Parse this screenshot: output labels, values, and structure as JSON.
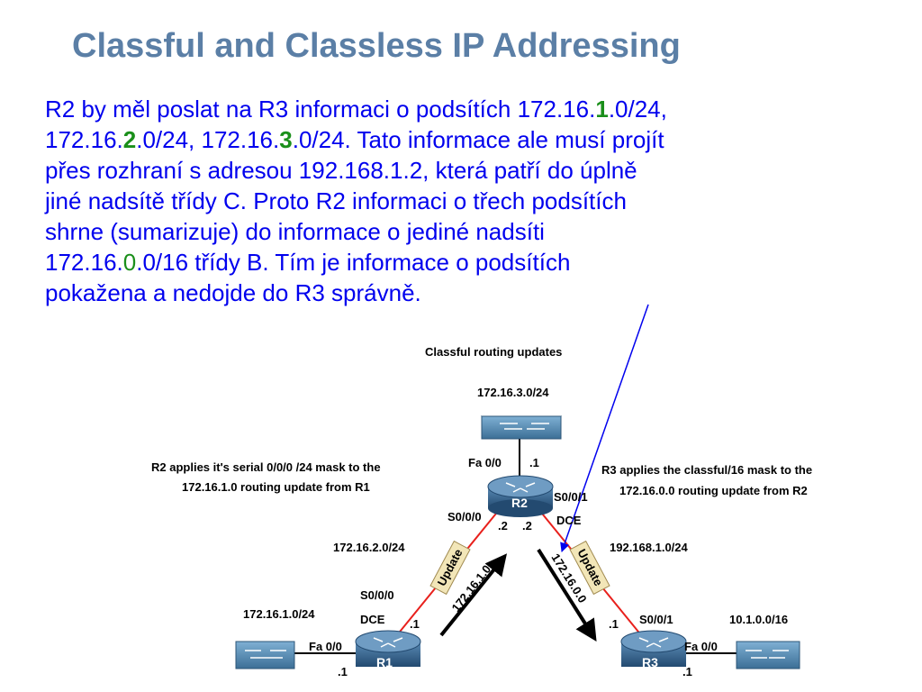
{
  "title": "Classful and Classless IP Addressing",
  "text": {
    "l1a": "R2 by měl poslat na R3 informaci o podsítích 172.16.",
    "l1b": "1",
    "l1c": ".0/24,",
    "l2a": "172.16.",
    "l2b": "2",
    "l2c": ".0/24, 172.16.",
    "l2d": "3",
    "l2e": ".0/24. Tato informace ale musí projít",
    "l3": "přes rozhraní s adresou 192.168.1.2, která patří do úplně",
    "l4": "jiné nadsítě třídy C. Proto R2 informaci o třech podsítích",
    "l5": "shrne (sumarizuje) do informace o jediné nadsíti",
    "l6a": "172.16.",
    "l6b": "0",
    "l6c": ".0/16 třídy B. Tím je informace o podsítích",
    "l7": "pokažena a nedojde do R3 správně."
  },
  "diagram": {
    "heading": "Classful routing updates",
    "r2_lan": "172.16.3.0/24",
    "r2_fa": "Fa 0/0",
    "r2_fa_host": ".1",
    "r2_name": "R2",
    "r2_s000": "S0/0/0",
    "r2_s001": "S0/0/1",
    "r2_dce": "DCE",
    "r2_h1": ".2",
    "r2_h2": ".2",
    "note_left_1": "R2 applies it's serial 0/0/0 /24 mask to the",
    "note_left_2": "172.16.1.0 routing update from R1",
    "note_right_1": "R3 applies the classful/16 mask to the",
    "note_right_2": "172.16.0.0 routing update from R2",
    "net_left": "172.16.2.0/24",
    "net_right": "192.168.1.0/24",
    "update_label_1": "Update",
    "update_label_2": "Update",
    "arrow_left_label": "172.16.1.0",
    "arrow_right_label": "172.16.0.0",
    "r1_s000": "S0/0/0",
    "r1_dce": "DCE",
    "r1_serial_host": ".1",
    "r1_lan": "172.16.1.0/24",
    "r1_fa": "Fa 0/0",
    "r1_fa_host": ".1",
    "r1_name": "R1",
    "r3_serial_host": ".1",
    "r3_s001": "S0/0/1",
    "r3_lan": "10.1.0.0/16",
    "r3_fa": "Fa 0/0",
    "r3_fa_host": ".1",
    "r3_name": "R3"
  }
}
